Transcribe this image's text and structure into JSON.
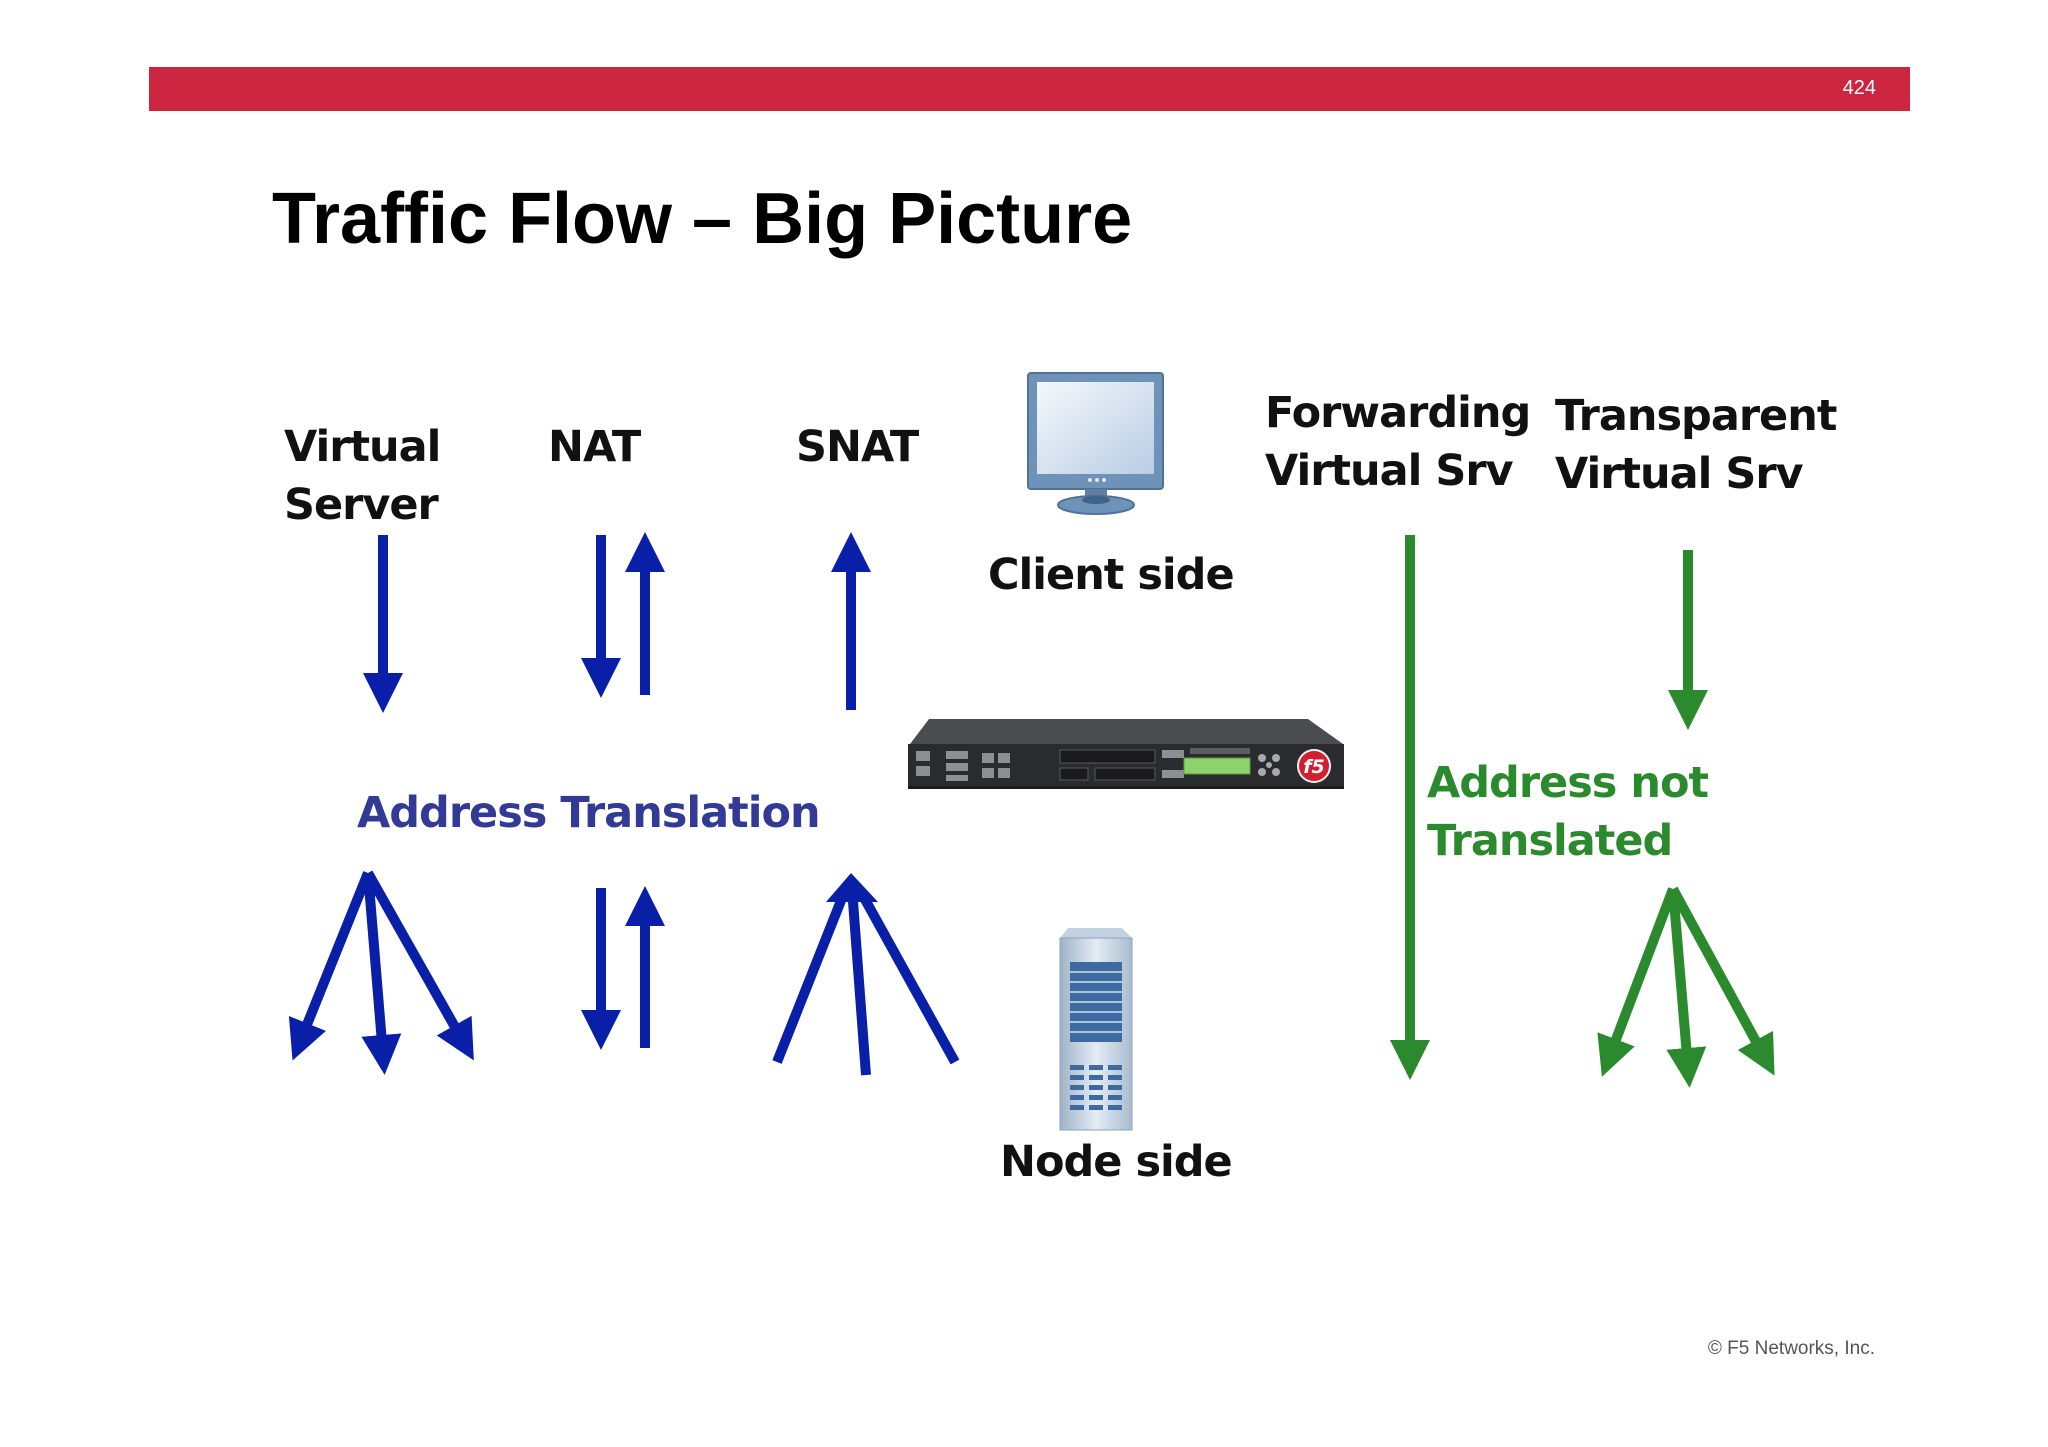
{
  "slide": {
    "page_number": "424",
    "title": "Traffic Flow – Big Picture",
    "copyright": "© F5 Networks, Inc."
  },
  "labels": {
    "virtual_server_line1": "Virtual",
    "virtual_server_line2": "Server",
    "nat": "NAT",
    "snat": "SNAT",
    "client_side": "Client side",
    "forwarding_line1": "Forwarding",
    "forwarding_line2": "Virtual Srv",
    "transparent_line1": "Transparent",
    "transparent_line2": "Virtual Srv",
    "address_translation": "Address Translation",
    "address_not_line1": "Address not",
    "address_not_line2": "Translated",
    "node_side": "Node side"
  },
  "colors": {
    "banner": "#cc2540",
    "translated_arrows": "#0a1fa8",
    "untranslated_arrows": "#2b8a2e"
  },
  "icons": [
    "monitor-icon",
    "load-balancer-appliance-icon",
    "server-tower-icon"
  ]
}
